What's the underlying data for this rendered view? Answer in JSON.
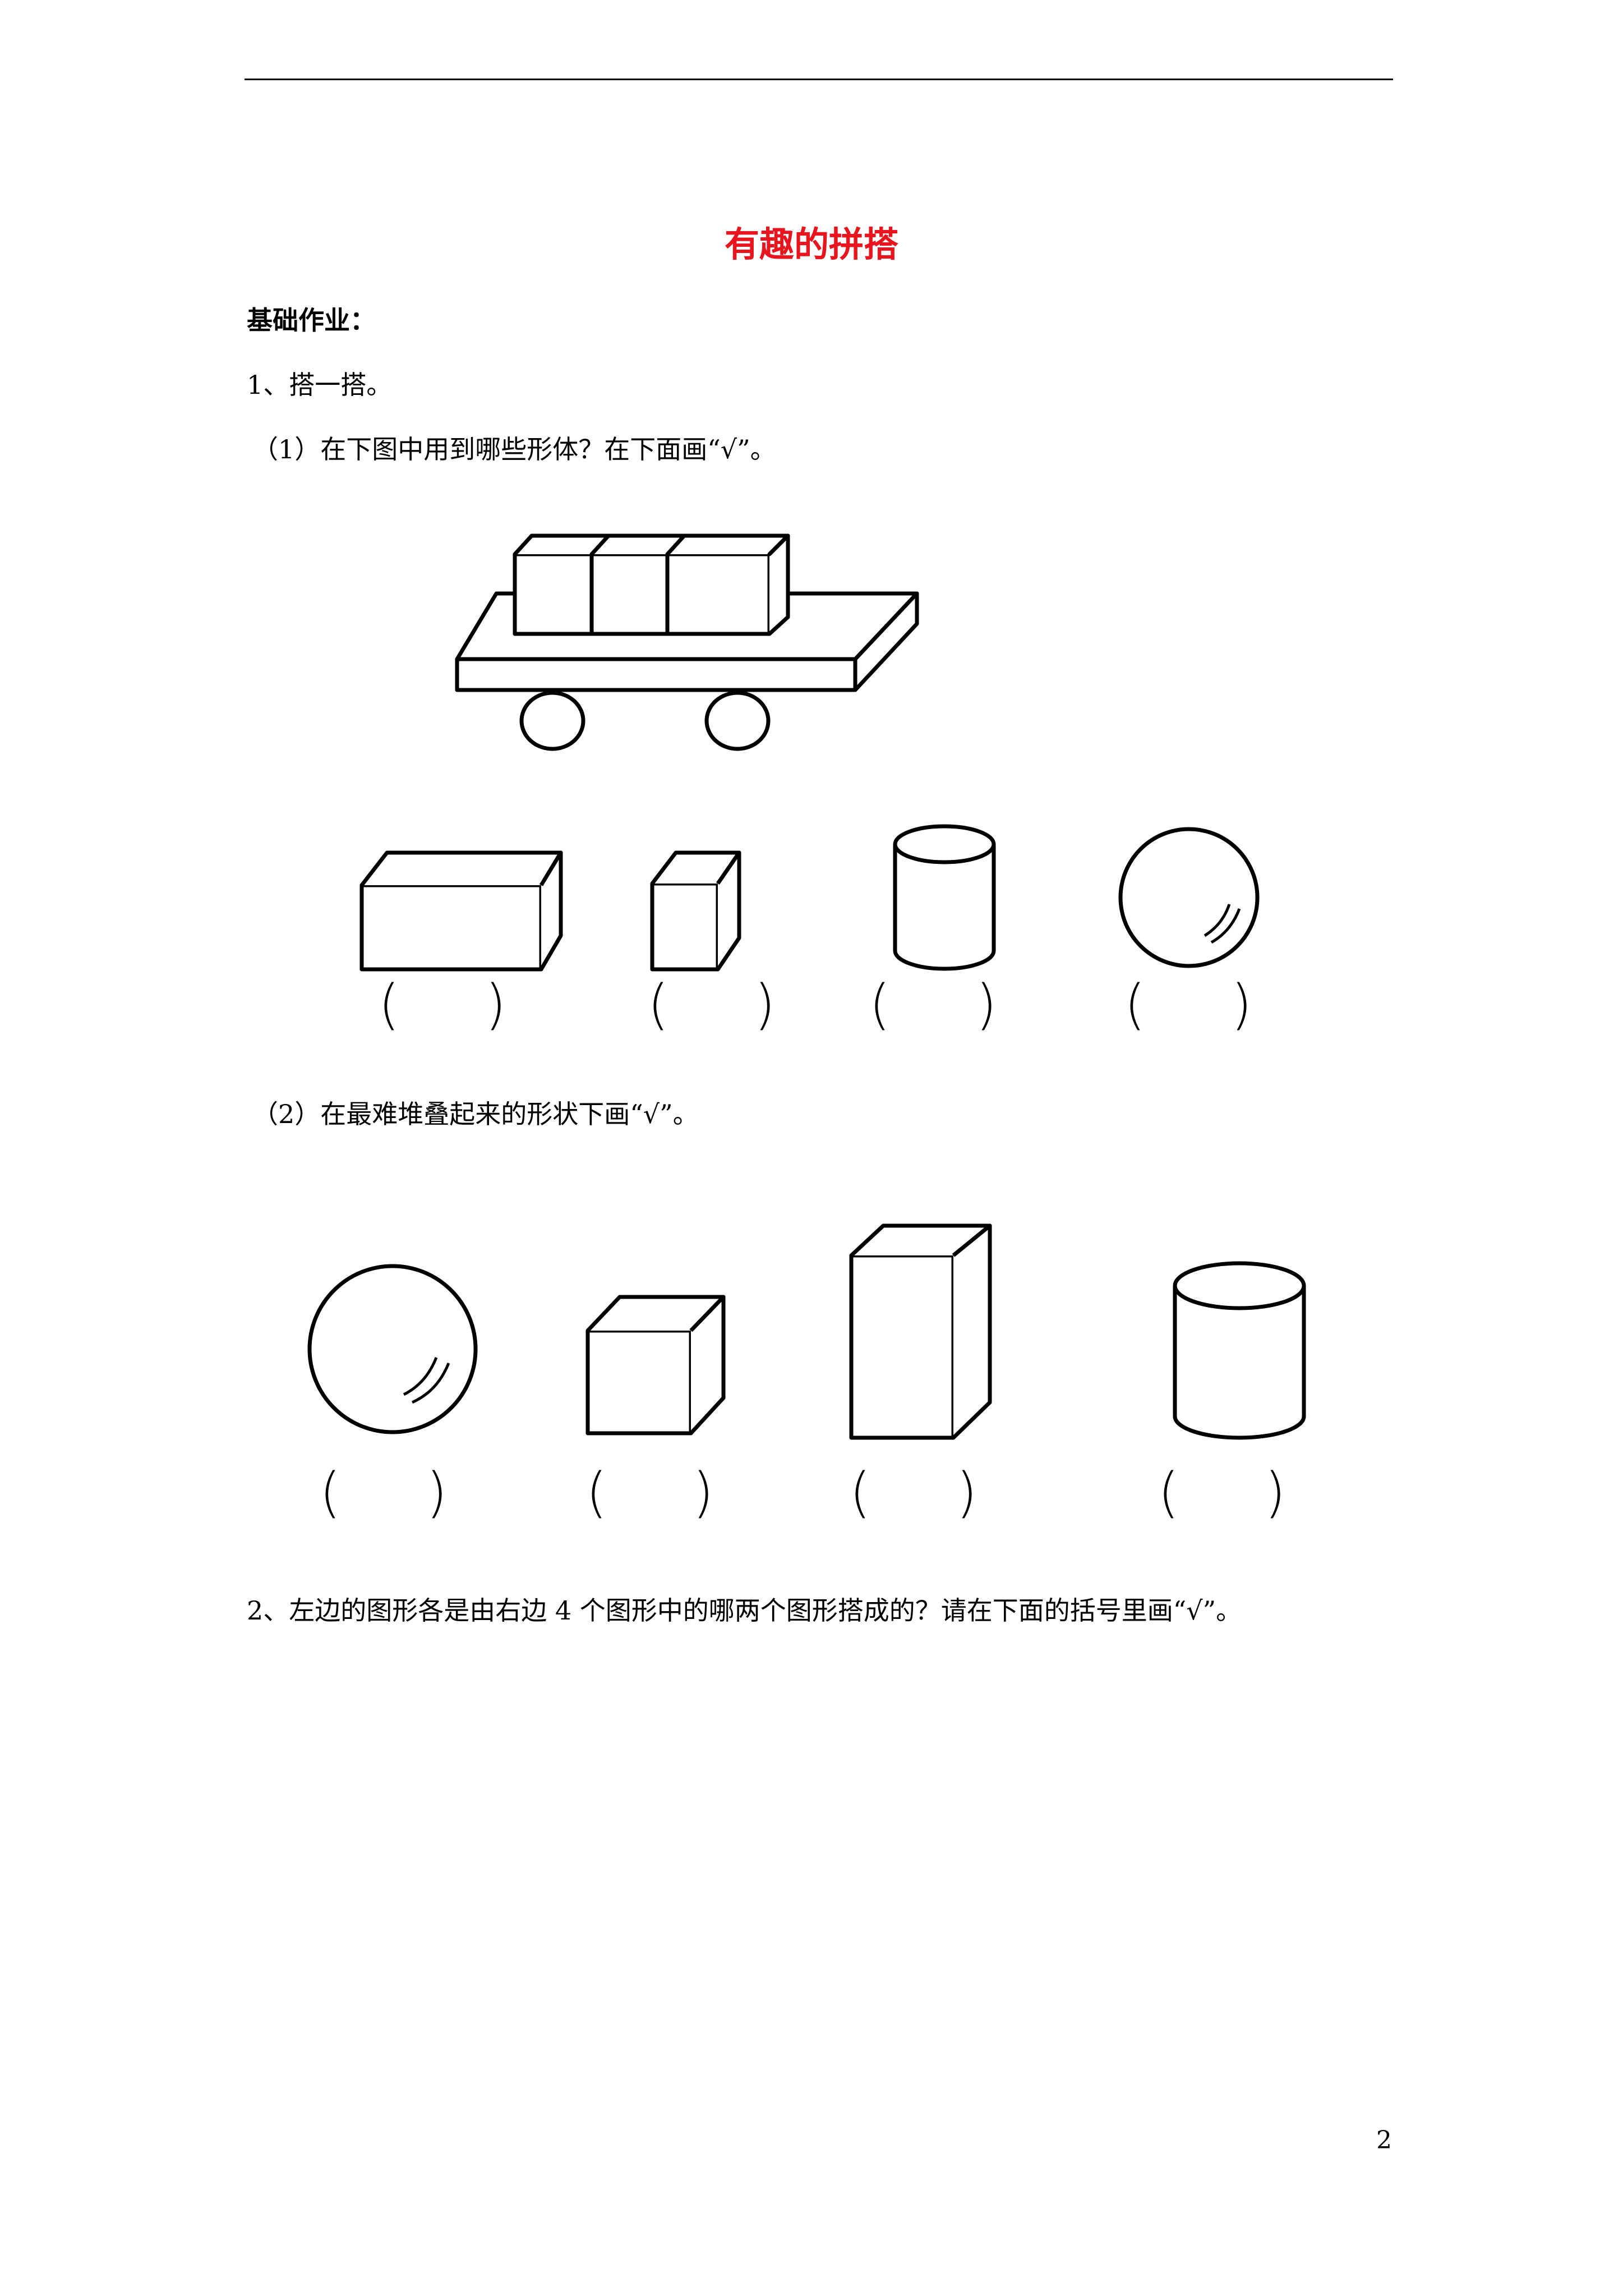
{
  "title": "有趣的拼搭",
  "section": "基础作业：",
  "q1": {
    "label": "1、搭一搭。",
    "part1": "（1）在下图中用到哪些形体？在下面画“√”。",
    "part2": "（2）在最难堆叠起来的形状下画“√”。"
  },
  "q2": {
    "label": "2、左边的图形各是由右边 4 个图形中的哪两个图形搭成的？请在下面的括号里画“√”。"
  },
  "answer_box": "(     )",
  "page_number": "2",
  "colors": {
    "title": "#e8141e",
    "ink": "#000000"
  },
  "icons": {
    "figure1": "toy-cart-with-three-cubes",
    "row1": [
      "cuboid-icon",
      "cube-icon",
      "cylinder-icon",
      "sphere-icon"
    ],
    "row2": [
      "sphere-icon",
      "cube-icon",
      "tall-cuboid-icon",
      "cylinder-icon"
    ]
  }
}
